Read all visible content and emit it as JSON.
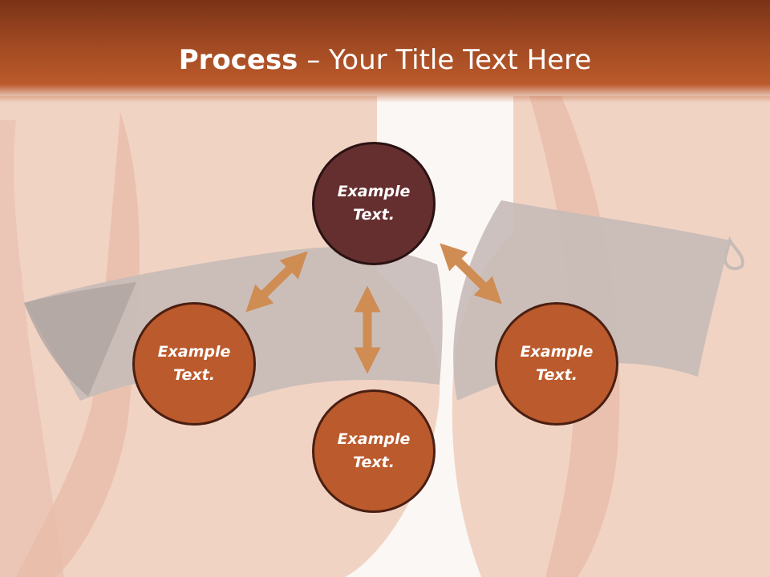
{
  "slide": {
    "title_bold": "Process",
    "title_rest": " – Your Title Text Here"
  },
  "nodes": {
    "top": "Example Text.",
    "left": "Example Text.",
    "right": "Example Text.",
    "bottom": "Example Text."
  },
  "colors": {
    "title_band": "#a24a22",
    "node_fill": "#bb5a2c",
    "node_fill_dark": "#652f30",
    "arrow": "#cf8c53"
  }
}
